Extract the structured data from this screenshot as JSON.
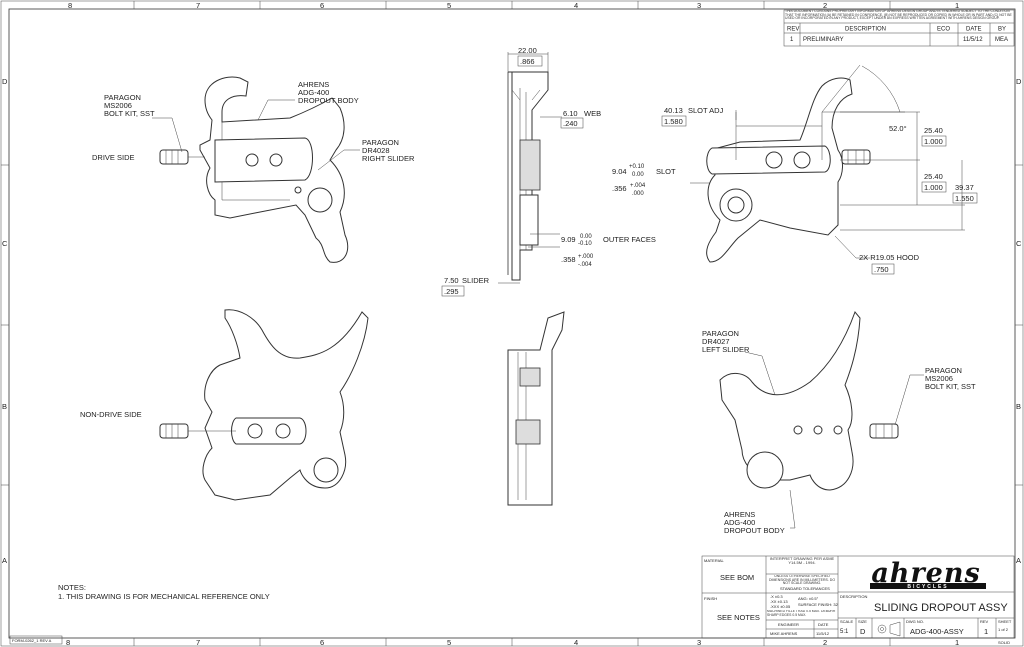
{
  "border": {
    "columns": [
      "8",
      "7",
      "6",
      "5",
      "4",
      "3",
      "2",
      "1"
    ],
    "rows": [
      "D",
      "C",
      "B",
      "A"
    ]
  },
  "revision_block": {
    "notice": "THIS DOCUMENT CONTAINS PROPRIETARY INFORMATION OF AHRENS DESIGN GROUP AND IS TENDERED SUBJECT TO THE CONDITION THAT THE INFORMATION (A) BE RETAINED IN CONFIDENCE, (B) NOT BE REPRODUCED OR COPIED IN WHOLE OR IN PART AND (C) NOT BE USED OR INCORPORATED IN ANY PRODUCT, EXCEPT UNDER AN EXPRESS WRITTEN AGREEMENT WITH AHRENS DESIGN GROUP.",
    "headers": [
      "REV",
      "DESCRIPTION",
      "ECO",
      "DATE",
      "BY"
    ],
    "row": [
      "1",
      "PRELIMINARY",
      "",
      "11/5/12",
      "MEA"
    ]
  },
  "labels": {
    "paragon_bolt_top": [
      "PARAGON",
      "MS2006",
      "BOLT KIT, SST"
    ],
    "ahrens_body_top": [
      "AHRENS",
      "ADG-400",
      "DROPOUT BODY"
    ],
    "paragon_right_slider": [
      "PARAGON",
      "DR4028",
      "RIGHT SLIDER"
    ],
    "drive_side": "DRIVE SIDE",
    "non_drive_side": "NON-DRIVE SIDE",
    "paragon_left_slider": [
      "PARAGON",
      "DR4027",
      "LEFT SLIDER"
    ],
    "paragon_bolt_bottom": [
      "PARAGON",
      "MS2006",
      "BOLT KIT, SST"
    ],
    "ahrens_body_bottom": [
      "AHRENS",
      "ADG-400",
      "DROPOUT BODY"
    ]
  },
  "dimensions": {
    "width_mm": "22.00",
    "width_in": ".866",
    "web_mm": "6.10",
    "web_label": "WEB",
    "web_in": ".240",
    "slot_adj_mm": "40.13",
    "slot_adj_label": "SLOT ADJ",
    "slot_adj_in": "1.580",
    "slot_mm": "9.04",
    "slot_tol_mm_upper": "+0.10",
    "slot_tol_mm_lower": "0.00",
    "slot_label": "SLOT",
    "slot_in": ".356",
    "slot_tol_in_upper": "+.004",
    "slot_tol_in_lower": ".000",
    "outer_mm": "9.09",
    "outer_tol_mm_upper": "0.00",
    "outer_tol_mm_lower": "-0.10",
    "outer_label": "OUTER FACES",
    "outer_in": ".358",
    "outer_tol_in_upper": "+.000",
    "outer_tol_in_lower": "-.004",
    "slider_mm": "7.50",
    "slider_label": "SLIDER",
    "slider_in": ".295",
    "angle": "52.0°",
    "d1_mm": "25.40",
    "d1_in": "1.000",
    "d2_mm": "25.40",
    "d2_in": "1.000",
    "d3_mm": "39.37",
    "d3_in": "1.550",
    "hood_label": "2X R19.05 HOOD",
    "hood_in": ".750"
  },
  "notes": {
    "heading": "NOTES:",
    "line1": "1. THIS DRAWING IS FOR MECHANICAL REFERENCE ONLY"
  },
  "title_block": {
    "material_label": "MATERIAL",
    "material_value": "SEE BOM",
    "finish_label": "FINISH",
    "finish_value": "SEE NOTES",
    "interpret": "INTERPRET DRAWING PER ASME Y14.5M - 1994.",
    "tolerance_note": "UNLESS OTHERWISE SPECIFIED DIMENSIONS ARE IN MILLIMETERS. DO NOT SCALE DRAWING.",
    "standard_tol": "STANDARD TOLERANCES",
    "tol_x": ".X  ±0.3",
    "tol_xx": ".XX  ±0.13",
    "tol_xxx": ".XXX  ±0.05",
    "angular": "ANG: ±0.5°",
    "surface": "SURFACE FINISH: 32",
    "machine_note": "MACHINED FILLET RAD 0.5 MAX. DEBURR SHARP EDGES 0.5 MAX.",
    "engineer_label": "ENGINEER",
    "engineer": "MIKE AHRENS",
    "date_label": "DATE",
    "date": "11/5/12",
    "brand": "ahrens",
    "brand_sub": "BICYCLES",
    "description_label": "DESCRIPTION",
    "description": "SLIDING DROPOUT ASSY",
    "scale_label": "SCALE",
    "scale": "5:1",
    "size_label": "SIZE",
    "size": "D",
    "dwg_label": "DWG NO.",
    "dwg_no": "ADG-400-ASSY",
    "rev_label": "REV",
    "rev": "1",
    "sheet_label": "SHEET",
    "sheet": "1 of 2",
    "solid": "SOLID"
  },
  "form_id": "FORM-0262_1 REV A"
}
